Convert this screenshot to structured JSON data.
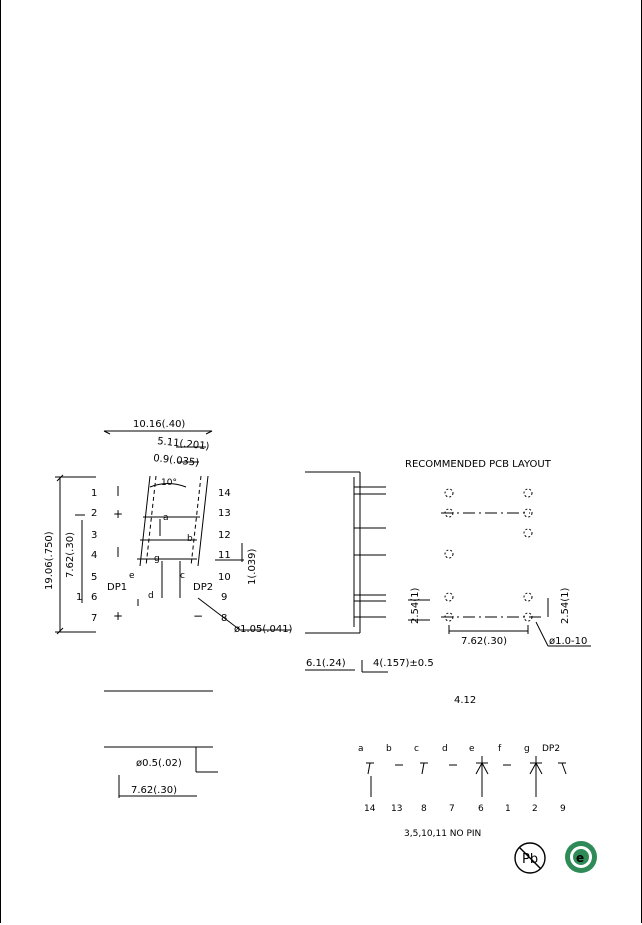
{
  "top_dims": {
    "width": "10.16(.40)",
    "seg_width": "5.11(.201)",
    "stroke": "0.9(.035)",
    "angle": "10°"
  },
  "front_view": {
    "height": "19.06(.750)",
    "pitch_height": "7.62(.30)",
    "left_pins": [
      "1",
      "2",
      "3",
      "4",
      "5",
      "6",
      "7"
    ],
    "right_pins": [
      "14",
      "13",
      "12",
      "11",
      "10",
      "9",
      "8"
    ],
    "segment_labels": [
      "a",
      "b",
      "c",
      "d",
      "e",
      "g"
    ],
    "dp1": "DP1",
    "dp2": "DP2",
    "plus_sign": "+",
    "minus_sign": "−",
    "marker_1": "1",
    "thickness": "1(.039)",
    "pin_hole": "ø1.05(.041)"
  },
  "bottom_view": {
    "pin_dia": "ø0.5(.02)",
    "pin_pitch": "7.62(.30)"
  },
  "side_view": {
    "depth": "6.1(.24)",
    "lead_length": "4(.157)±0.5",
    "pitch": "2.54(1)"
  },
  "pcb_layout": {
    "title": "RECOMMENDED PCB LAYOUT",
    "pitch_x": "7.62(.30)",
    "pitch_y": "2.54(1)",
    "hole": "ø1.0-10"
  },
  "schematic": {
    "ref": "4.12",
    "segment_labels": [
      "a",
      "b",
      "c",
      "d",
      "e",
      "f",
      "g",
      "DP2"
    ],
    "pin_numbers": [
      "14",
      "13",
      "8",
      "7",
      "6",
      "1",
      "2",
      "9"
    ],
    "note": "3,5,10,11 NO PIN"
  },
  "logos": {
    "pb_free": "Pb",
    "eco_mark": "e"
  }
}
